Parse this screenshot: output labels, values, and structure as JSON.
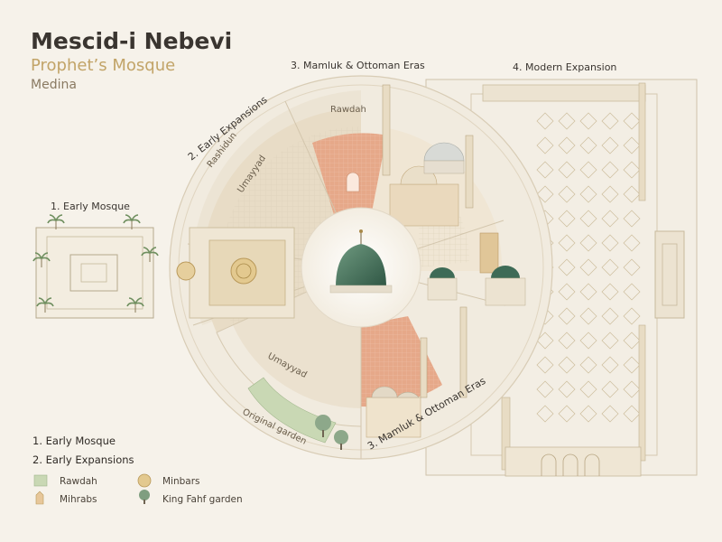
{
  "header": {
    "title": "Mescid-i Nebevi",
    "subtitle": "Prophet’s Mosque",
    "city": "Medina"
  },
  "sections": {
    "early_mosque": "1. Early Mosque",
    "early_expansions": "2. Early Expansions",
    "mamluk_top": "3. Mamluk & Ottoman Eras",
    "mamluk_bottom": "3. Mamluk & Ottoman Eras",
    "modern": "4. Modern Expansion"
  },
  "ring_labels": {
    "rashidun": "Rashidun",
    "umayyad_top": "Umayyad",
    "umayyad_bottom": "Umayyad",
    "rawdah": "Rawdah",
    "original_garden": "Original garden"
  },
  "legend": {
    "heading1": "1. Early Mosque",
    "heading2": "2. Early Expansions",
    "items": [
      {
        "label": "Rawdah",
        "icon": "rawdah-swatch-icon"
      },
      {
        "label": "Minbars",
        "icon": "minbar-medallion-icon"
      },
      {
        "label": "Mihrabs",
        "icon": "mihrab-niche-icon"
      },
      {
        "label": "King Fahf garden",
        "icon": "tree-icon"
      }
    ]
  },
  "colors": {
    "background": "#f6f2ea",
    "accent_gold": "#c2a468",
    "rawdah_terracotta": "#e2a98a",
    "dome_green": "#3e6b56",
    "garden_green": "#c9d8b4"
  }
}
